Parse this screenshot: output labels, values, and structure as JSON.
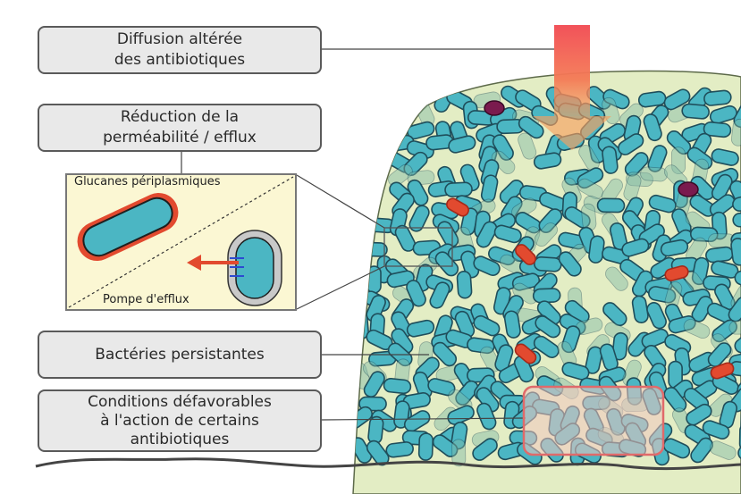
{
  "labels": {
    "diffusion": [
      "Diffusion altérée",
      "des antibiotiques"
    ],
    "permeability": [
      "Réduction de la",
      "perméabilité / efflux"
    ],
    "persisters": [
      "Bactéries persistantes"
    ],
    "conditions": [
      "Conditions défavorables",
      "à l'action de certains",
      "antibiotiques"
    ]
  },
  "inset": {
    "glucans": "Glucanes périplasmiques",
    "efflux_pump": "Pompe d'efflux"
  },
  "colors": {
    "biofilm": "#e3edc4",
    "bacterium": "#4bb6c3",
    "bacterium_outline": "#1f4e5b",
    "persister": "#e24a2f",
    "arrow": "#f2624a",
    "frame": "#e06a6a"
  }
}
